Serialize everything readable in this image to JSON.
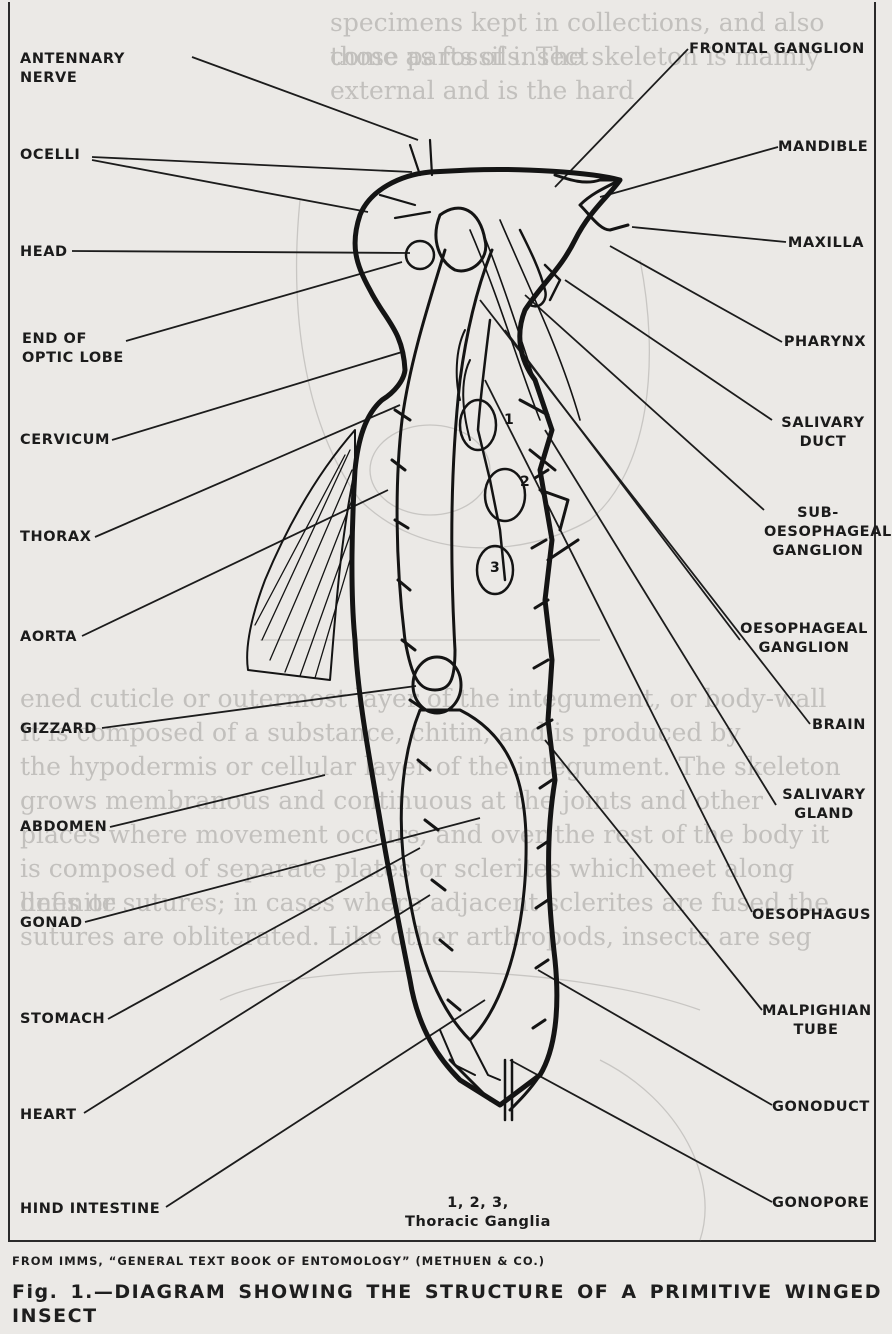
{
  "labels_left": [
    {
      "id": "antennary-nerve",
      "text": "Antennary Nerve"
    },
    {
      "id": "ocelli",
      "text": "Ocelli"
    },
    {
      "id": "head",
      "text": "Head"
    },
    {
      "id": "end-of-optic-lobe",
      "text": "End of\nOptic Lobe"
    },
    {
      "id": "cervicum",
      "text": "Cervicum"
    },
    {
      "id": "thorax",
      "text": "Thorax"
    },
    {
      "id": "aorta",
      "text": "Aorta"
    },
    {
      "id": "gizzard",
      "text": "Gizzard"
    },
    {
      "id": "abdomen",
      "text": "Abdomen"
    },
    {
      "id": "gonad",
      "text": "Gonad"
    },
    {
      "id": "stomach",
      "text": "Stomach"
    },
    {
      "id": "heart",
      "text": "Heart"
    },
    {
      "id": "hind-intestine",
      "text": "Hind Intestine"
    }
  ],
  "labels_right": [
    {
      "id": "frontal-ganglion",
      "text": "Frontal Ganglion"
    },
    {
      "id": "mandible",
      "text": "Mandible"
    },
    {
      "id": "maxilla",
      "text": "Maxilla"
    },
    {
      "id": "pharynx",
      "text": "Pharynx"
    },
    {
      "id": "salivary-duct",
      "text": "Salivary\nDuct"
    },
    {
      "id": "sub-oesophageal-ganglion",
      "text": "Sub-\noesophageal\nGanglion"
    },
    {
      "id": "oesophageal-ganglion",
      "text": "Oesophageal\nGanglion"
    },
    {
      "id": "brain",
      "text": "Brain"
    },
    {
      "id": "salivary-gland",
      "text": "Salivary\nGland"
    },
    {
      "id": "oesophagus",
      "text": "Oesophagus"
    },
    {
      "id": "malpighian-tube",
      "text": "Malpighian\nTube"
    },
    {
      "id": "gonoduct",
      "text": "Gonoduct"
    },
    {
      "id": "gonopore",
      "text": "Gonopore"
    }
  ],
  "ganglion_numbers": [
    "1",
    "2",
    "3"
  ],
  "thoracic_note": "1, 2, 3,\nThoracic Ganglia",
  "source_line": "FROM IMMS, “GENERAL TEXT BOOK OF ENTOMOLOGY” (METHUEN & CO.)",
  "caption": "Fig. 1.—DIAGRAM SHOWING THE STRUCTURE OF A PRIMITIVE WINGED INSECT"
}
